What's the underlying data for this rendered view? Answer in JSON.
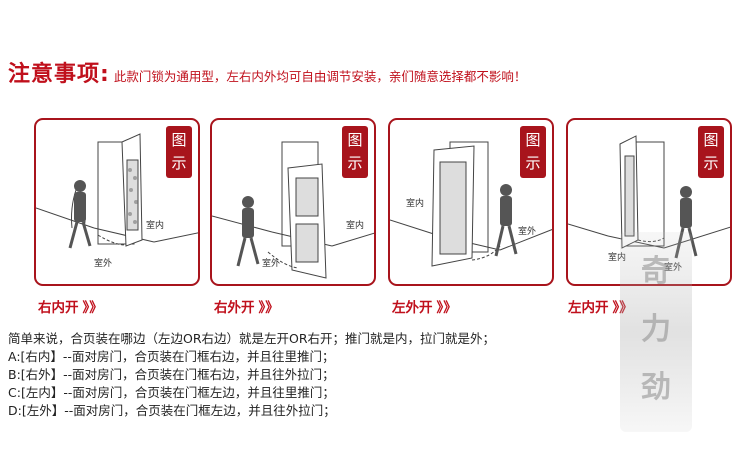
{
  "header": {
    "title": "注意事项:",
    "description": "此款门锁为通用型，左右内外均可自由调节安装，亲们随意选择都不影响！"
  },
  "panels": [
    {
      "badge_top": "图",
      "badge_bottom": "示",
      "room_in": "室内",
      "room_out": "室外",
      "caption": "右内开",
      "caption_arrows": "》》"
    },
    {
      "badge_top": "图",
      "badge_bottom": "示",
      "room_in": "室内",
      "room_out": "室外",
      "caption": "右外开",
      "caption_arrows": "》》"
    },
    {
      "badge_top": "图",
      "badge_bottom": "示",
      "room_in": "室内",
      "room_out": "室外",
      "caption": "左外开",
      "caption_arrows": "》》"
    },
    {
      "badge_top": "图",
      "badge_bottom": "示",
      "room_in": "室内",
      "room_out": "室外",
      "caption": "左内开",
      "caption_arrows": "》》"
    }
  ],
  "instructions": [
    "简单来说，合页装在哪边（左边OR右边）就是左开OR右开；推门就是内，拉门就是外；",
    "A:[右内】--面对房门，合页装在门框右边，并且往里推门；",
    "B:[右外】--面对房门，合页装在门框右边，并且往外拉门；",
    "C:[左内】--面对房门，合页装在门框左边，并且往里推门；",
    "D:[左外】--面对房门，合页装在门框左边，并且往外拉门；"
  ],
  "watermark": {
    "line1": "奇",
    "line2": "力",
    "line3": "劲"
  },
  "colors": {
    "accent": "#c0101c",
    "panel_border": "#a8141c"
  }
}
